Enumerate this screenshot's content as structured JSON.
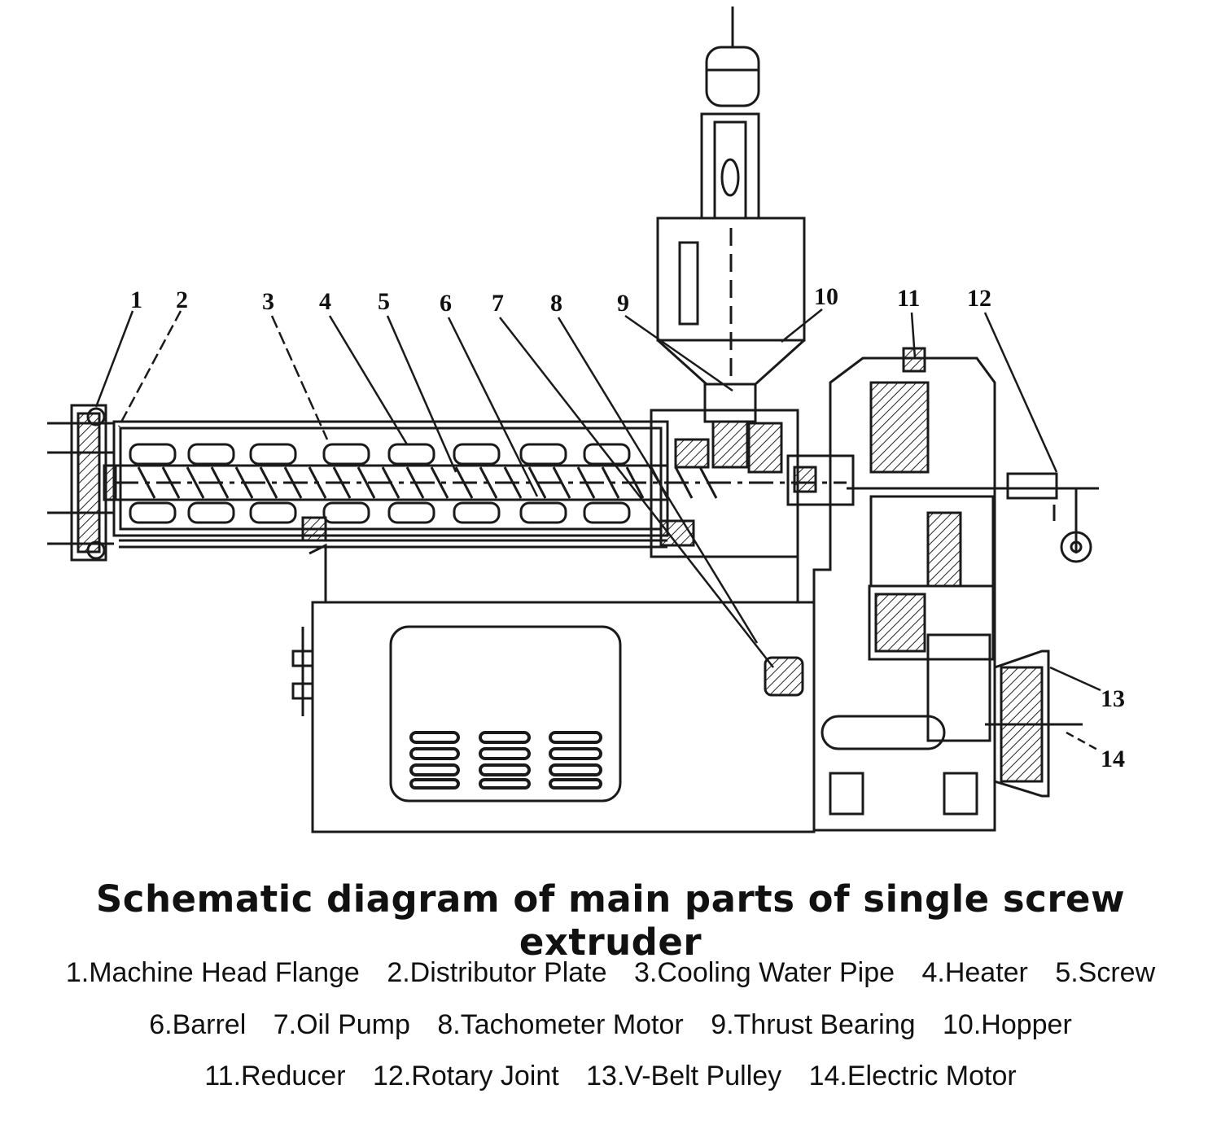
{
  "callouts": [
    "1",
    "2",
    "3",
    "4",
    "5",
    "6",
    "7",
    "8",
    "9",
    "10",
    "11",
    "12",
    "13",
    "14"
  ],
  "title": "Schematic diagram of main parts of single screw extruder",
  "legend": [
    [
      "1.Machine Head Flange",
      "2.Distributor Plate",
      "3.Cooling Water Pipe",
      "4.Heater",
      "5.Screw"
    ],
    [
      "6.Barrel",
      "7.Oil Pump",
      "8.Tachometer Motor",
      "9.Thrust Bearing",
      "10.Hopper"
    ],
    [
      "11.Reducer",
      "12.Rotary Joint",
      "13.V-Belt Pulley",
      "14.Electric Motor"
    ]
  ]
}
